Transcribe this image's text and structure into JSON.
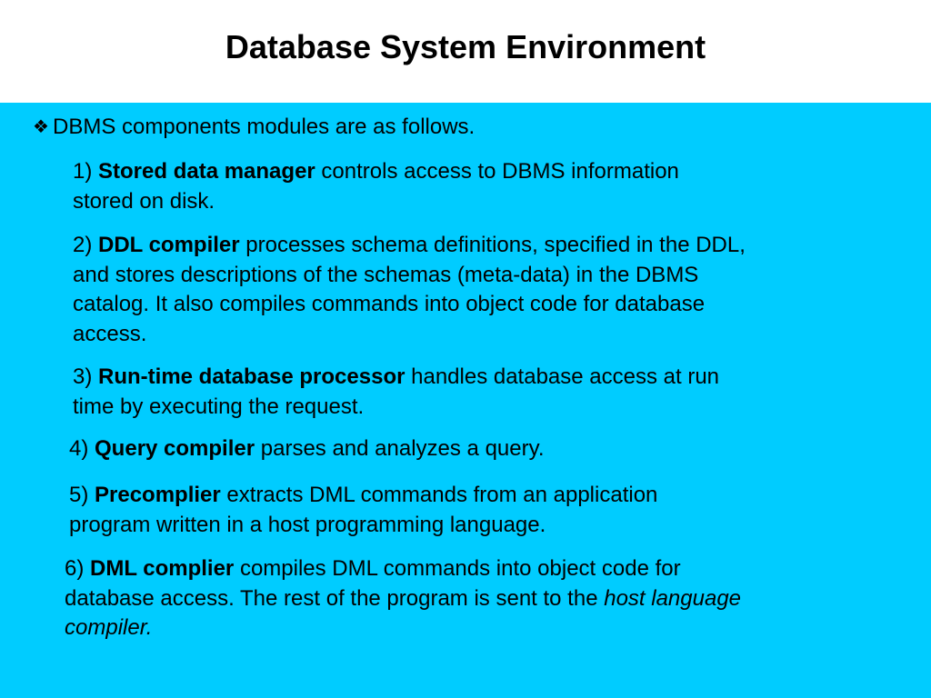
{
  "slide": {
    "title": "Database System Environment",
    "bullet_icon": "diamond-bullet-icon",
    "intro": "DBMS components modules are as follows.",
    "items": [
      {
        "number": "1)",
        "term": "Stored data manager",
        "text_line1": "controls access to DBMS information",
        "text_line2": "stored on disk."
      },
      {
        "number": "2)",
        "term": "DDL compiler",
        "text_line1": "processes schema definitions, specified in the DDL,",
        "text_line2": "and stores descriptions of the schemas (meta-data) in the DBMS",
        "text_line3": "catalog. It also compiles commands into object code for database",
        "text_line4": "access."
      },
      {
        "number": "3)",
        "term": "Run-time database processor",
        "text_line1": "handles database access at run",
        "text_line2": "time by executing the request."
      },
      {
        "number": "4)",
        "term": "Query compiler",
        "text_line1": "parses and analyzes a query."
      },
      {
        "number": "5)",
        "term": "Precomplier",
        "text_line1": "extracts DML commands from an application",
        "text_line2": "program written in a host programming language."
      },
      {
        "number": "6)",
        "term": "DML complier",
        "text_line1": "compiles DML commands into object code for",
        "text_line2": "database access. The rest of the program is sent to the",
        "text_line2_italic": "host language",
        "text_line3_italic": "compiler."
      }
    ]
  },
  "colors": {
    "content_background": "#00ccff",
    "title_background": "#ffffff",
    "text": "#000000"
  }
}
